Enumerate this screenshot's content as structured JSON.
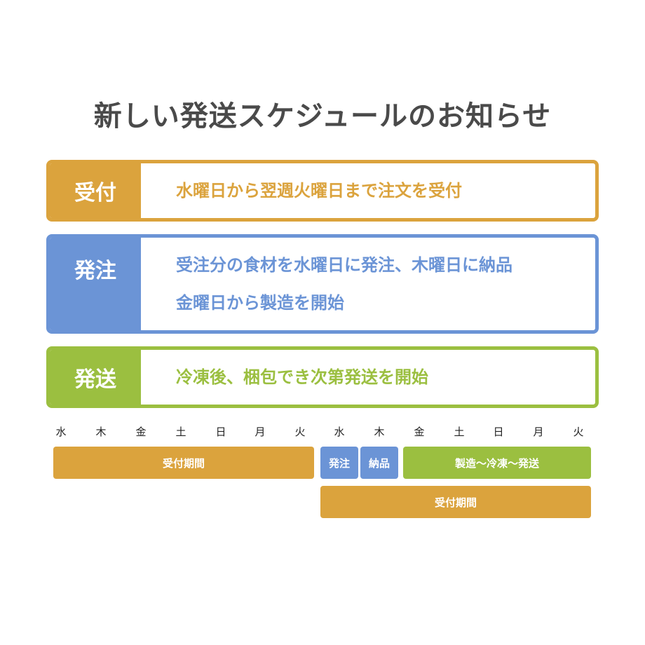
{
  "title": "新しい発送スケジュールのお知らせ",
  "colors": {
    "orange": "#dba33d",
    "blue": "#6b94d6",
    "green": "#9bbf40",
    "title_text": "#4a4a4a"
  },
  "panels": {
    "reception": {
      "label": "受付",
      "lines": [
        "水曜日から翌週火曜日まで注文を受付"
      ]
    },
    "ordering": {
      "label": "発注",
      "lines": [
        "受注分の食材を水曜日に発注、木曜日に納品",
        "金曜日から製造を開始"
      ]
    },
    "shipping": {
      "label": "発送",
      "lines": [
        "冷凍後、梱包でき次第発送を開始"
      ]
    }
  },
  "timeline": {
    "days": [
      "水",
      "木",
      "金",
      "土",
      "日",
      "月",
      "火",
      "水",
      "木",
      "金",
      "土",
      "日",
      "月",
      "火"
    ],
    "bars": {
      "reception_period_1": "受付期間",
      "ordering": "発注",
      "delivery": "納品",
      "production": "製造〜冷凍〜発送",
      "reception_period_2": "受付期間"
    }
  }
}
